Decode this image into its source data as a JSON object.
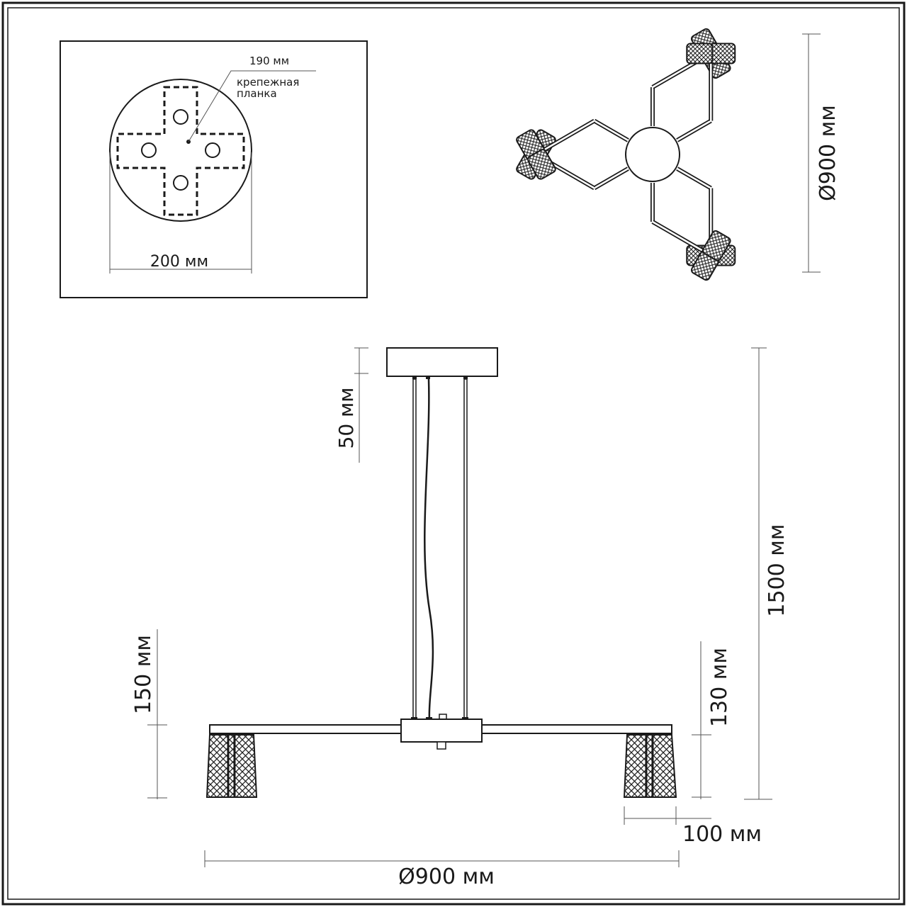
{
  "mount_detail": {
    "diameter_small": "190 мм",
    "mounting_plate_line1": "крепежная",
    "mounting_plate_line2": "планка",
    "diameter_large": "200 мм"
  },
  "top_view": {
    "diameter": "Ø900 мм"
  },
  "side_view": {
    "canopy_height": "50 мм",
    "total_height": "1500 мм",
    "shade_height_left": "150 мм",
    "shade_height_right": "130 мм",
    "shade_width": "100 мм",
    "overall_diameter": "Ø900 мм"
  }
}
